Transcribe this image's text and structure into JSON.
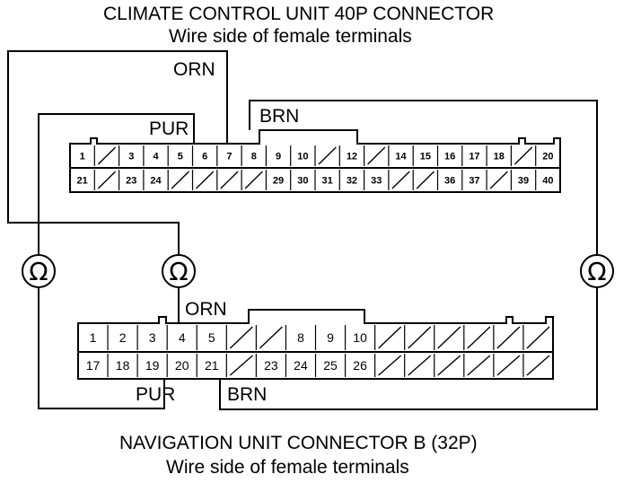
{
  "top_connector": {
    "title": "CLIMATE CONTROL UNIT 40P CONNECTOR",
    "subtitle": "Wire side of female terminals",
    "row1": [
      "1",
      "",
      "3",
      "4",
      "5",
      "6",
      "7",
      "8",
      "9",
      "10",
      "",
      "12",
      "",
      "14",
      "15",
      "16",
      "17",
      "18",
      "",
      "20"
    ],
    "row2": [
      "21",
      "",
      "23",
      "24",
      "",
      "",
      "",
      "",
      "29",
      "30",
      "31",
      "32",
      "33",
      "",
      "",
      "36",
      "37",
      "",
      "39",
      "40"
    ]
  },
  "bottom_connector": {
    "title": "NAVIGATION UNIT CONNECTOR B (32P)",
    "subtitle": "Wire side of female terminals",
    "row1": [
      "1",
      "2",
      "3",
      "4",
      "5",
      "",
      "",
      "8",
      "9",
      "10",
      "",
      "",
      "",
      "",
      "",
      ""
    ],
    "row2": [
      "17",
      "18",
      "19",
      "20",
      "21",
      "",
      "23",
      "24",
      "25",
      "26",
      "",
      "",
      "",
      "",
      "",
      ""
    ]
  },
  "wires": {
    "orn_top": "ORN",
    "pur_top": "PUR",
    "brn_top": "BRN",
    "orn_bottom": "ORN",
    "pur_bottom": "PUR",
    "brn_bottom": "BRN"
  },
  "meters": {
    "symbol": "Ω"
  }
}
